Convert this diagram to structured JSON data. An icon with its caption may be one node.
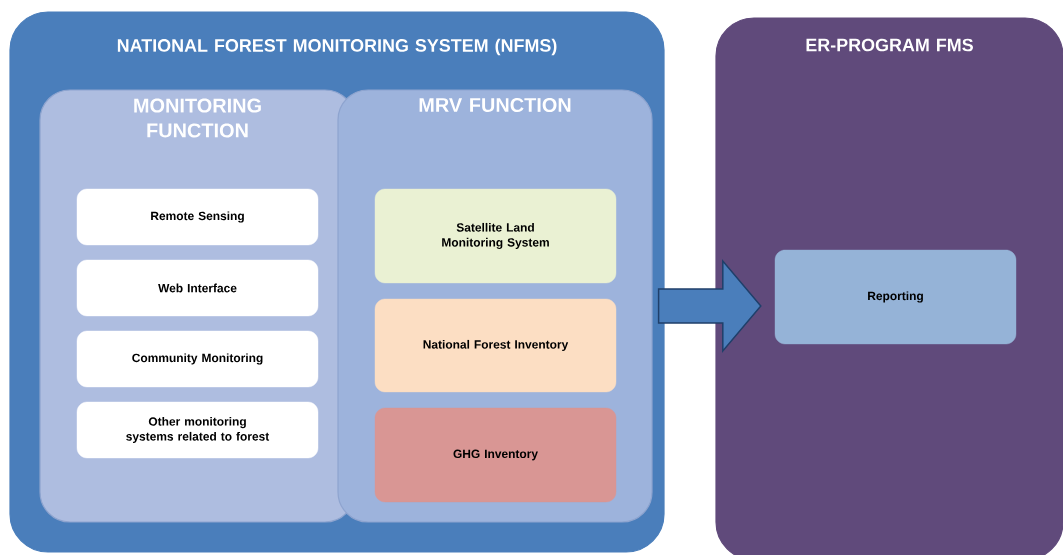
{
  "diagram": {
    "nodes": [
      {
        "text": [
          "NATIONAL FOREST MONITORING SYSTEM (NFMS)"
        ]
      },
      {
        "text": [
          "MONITORING FUNCTION"
        ],
        "in": 0
      },
      {
        "text": [
          "MRV FUNCTION"
        ],
        "in": 0
      },
      {
        "text": [
          "Remote Sensing"
        ],
        "in": 1
      },
      {
        "text": [
          "Web Interface"
        ],
        "in": 1
      },
      {
        "text": [
          "Community Monitoring"
        ],
        "in": 1
      },
      {
        "text": [
          "Other monitoring systems related to forest"
        ],
        "in": 1
      },
      {
        "text": [
          "Satellite Land Monitoring System"
        ],
        "in": 2
      },
      {
        "text": [
          "National Forest Inventory"
        ],
        "in": 2
      },
      {
        "text": [
          "GHG Inventory"
        ],
        "in": 2
      },
      {
        "text": [
          "ER-PROGRAM FMS"
        ]
      },
      {
        "text": [
          "Reporting"
        ],
        "in": 10
      }
    ],
    "edges": [
      {
        "from": 2,
        "to": 11,
        "arrow": "to",
        "style": "thick"
      }
    ]
  }
}
